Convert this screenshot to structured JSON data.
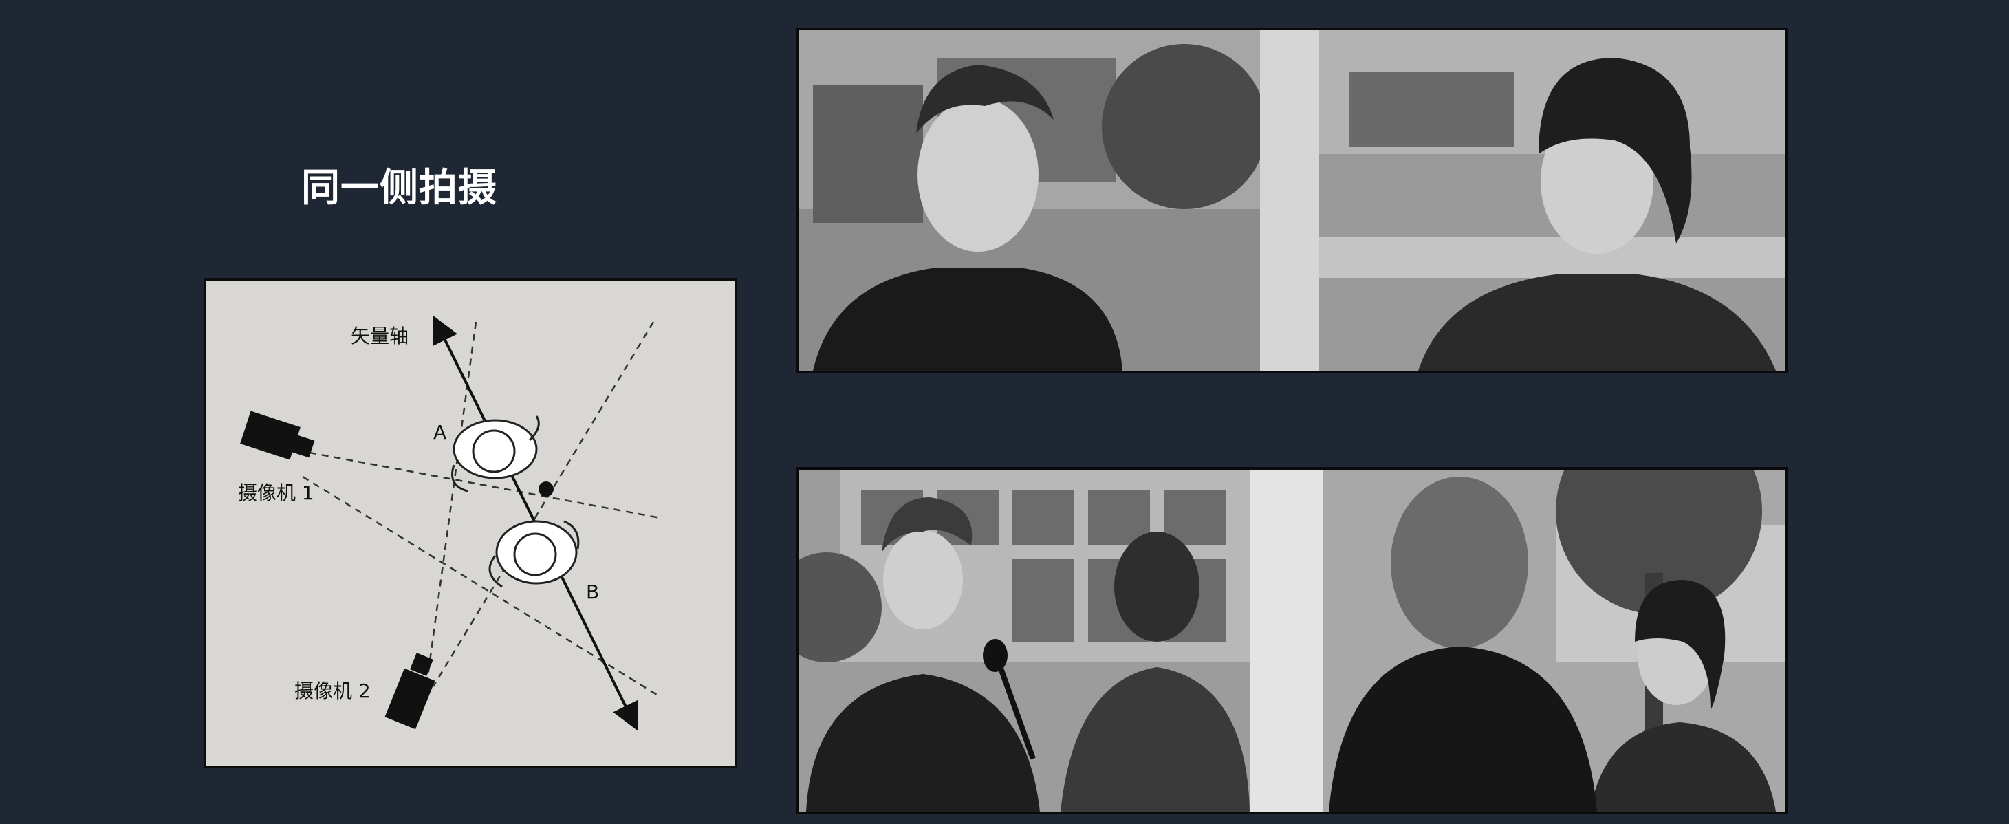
{
  "slide": {
    "title": "同一侧拍摄"
  },
  "diagram": {
    "axis_label": "矢量轴",
    "point_a": "A",
    "point_b": "B",
    "camera_1_label": "摄像机 1",
    "camera_2_label": "摄像机 2"
  },
  "photos": {
    "top": "close-up shot pair",
    "bottom": "over-the-shoulder shot pair"
  }
}
